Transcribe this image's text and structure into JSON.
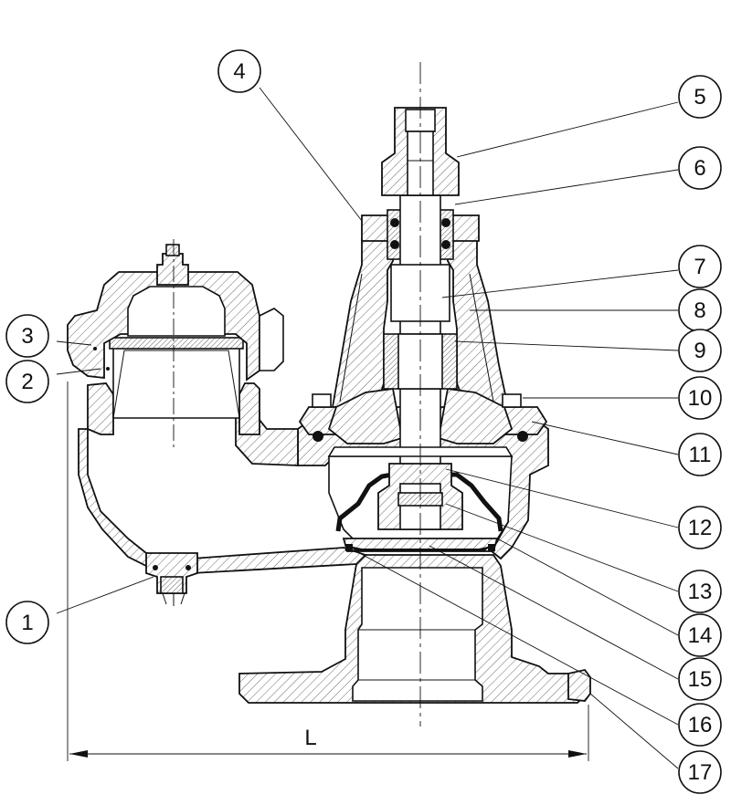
{
  "diagram": {
    "dimension_label": "L",
    "callouts": [
      {
        "id": 1,
        "label": "1"
      },
      {
        "id": 2,
        "label": "2"
      },
      {
        "id": 3,
        "label": "3"
      },
      {
        "id": 4,
        "label": "4"
      },
      {
        "id": 5,
        "label": "5"
      },
      {
        "id": 6,
        "label": "6"
      },
      {
        "id": 7,
        "label": "7"
      },
      {
        "id": 8,
        "label": "8"
      },
      {
        "id": 9,
        "label": "9"
      },
      {
        "id": 10,
        "label": "10"
      },
      {
        "id": 11,
        "label": "11"
      },
      {
        "id": 12,
        "label": "12"
      },
      {
        "id": 13,
        "label": "13"
      },
      {
        "id": 14,
        "label": "14"
      },
      {
        "id": 15,
        "label": "15"
      },
      {
        "id": 16,
        "label": "16"
      },
      {
        "id": 17,
        "label": "17"
      }
    ]
  }
}
